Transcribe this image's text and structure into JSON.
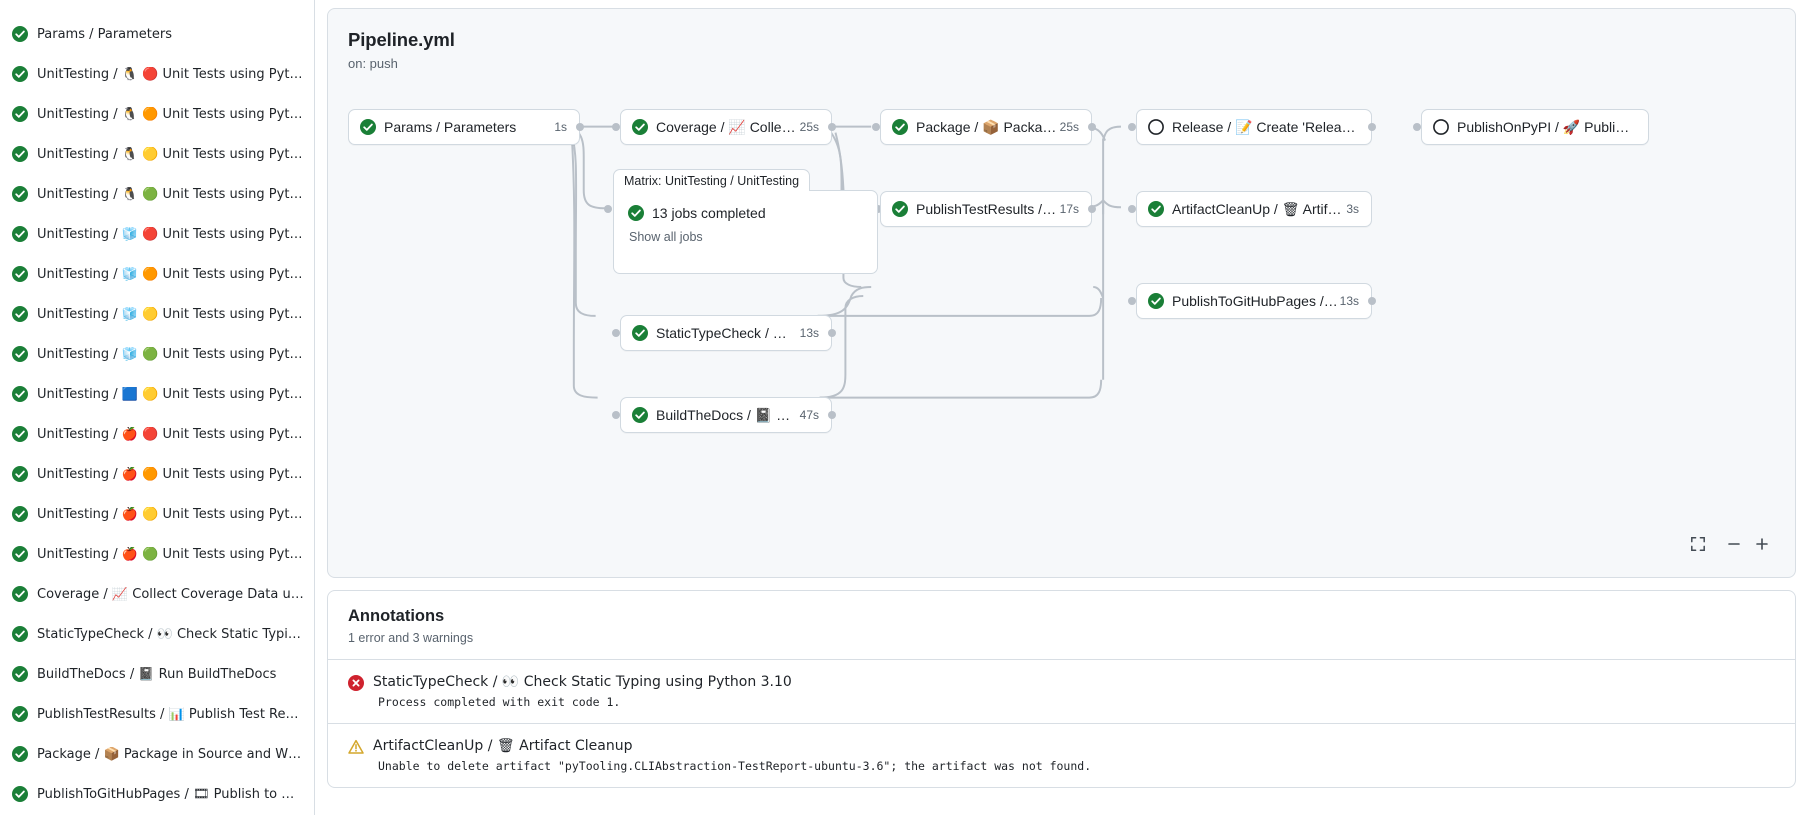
{
  "sidebar": {
    "jobs": [
      {
        "status": "success",
        "label": "Params / Parameters",
        "emoji": ""
      },
      {
        "status": "success",
        "label": "UnitTesting / 🐧 🔴 Unit Tests using Pyth…",
        "emoji": ""
      },
      {
        "status": "success",
        "label": "UnitTesting / 🐧 🟠 Unit Tests using Pyth…",
        "emoji": ""
      },
      {
        "status": "success",
        "label": "UnitTesting / 🐧 🟡 Unit Tests using Pyth…",
        "emoji": ""
      },
      {
        "status": "success",
        "label": "UnitTesting / 🐧 🟢 Unit Tests using Pyth…",
        "emoji": ""
      },
      {
        "status": "success",
        "label": "UnitTesting / 🧊 🔴 Unit Tests using Pyth…",
        "emoji": ""
      },
      {
        "status": "success",
        "label": "UnitTesting / 🧊 🟠 Unit Tests using Pyth…",
        "emoji": ""
      },
      {
        "status": "success",
        "label": "UnitTesting / 🧊 🟡 Unit Tests using Pyth…",
        "emoji": ""
      },
      {
        "status": "success",
        "label": "UnitTesting / 🧊 🟢 Unit Tests using Pyth…",
        "emoji": ""
      },
      {
        "status": "success",
        "label": "UnitTesting / 🟦 🟡 Unit Tests using Pyth…",
        "emoji": ""
      },
      {
        "status": "success",
        "label": "UnitTesting / 🍎 🔴 Unit Tests using Pyth…",
        "emoji": ""
      },
      {
        "status": "success",
        "label": "UnitTesting / 🍎 🟠 Unit Tests using Pyth…",
        "emoji": ""
      },
      {
        "status": "success",
        "label": "UnitTesting / 🍎 🟡 Unit Tests using Pyth…",
        "emoji": ""
      },
      {
        "status": "success",
        "label": "UnitTesting / 🍎 🟢 Unit Tests using Pyth…",
        "emoji": ""
      },
      {
        "status": "success",
        "label": "Coverage / 📈 Collect Coverage Data usi…",
        "emoji": ""
      },
      {
        "status": "success",
        "label": "StaticTypeCheck / 👀 Check Static Typing…",
        "emoji": ""
      },
      {
        "status": "success",
        "label": "BuildTheDocs / 📓 Run BuildTheDocs",
        "emoji": ""
      },
      {
        "status": "success",
        "label": "PublishTestResults / 📊 Publish Test Resu…",
        "emoji": ""
      },
      {
        "status": "success",
        "label": "Package / 📦 Package in Source and Wh…",
        "emoji": ""
      },
      {
        "status": "success",
        "label": "PublishToGitHubPages / 🎞 Publish to G…",
        "emoji": ""
      }
    ]
  },
  "graph": {
    "title": "Pipeline.yml",
    "trigger": "on: push",
    "nodes": [
      {
        "id": "params",
        "status": "success",
        "label": "Params / Parameters",
        "duration": "1s"
      },
      {
        "id": "coverage",
        "status": "success",
        "label": "Coverage / 📈 Collect Cove…",
        "duration": "25s"
      },
      {
        "id": "package",
        "status": "success",
        "label": "Package / 📦 Package in So…",
        "duration": "25s"
      },
      {
        "id": "release",
        "status": "pending",
        "label": "Release / 📝 Create 'Release P…",
        "duration": ""
      },
      {
        "id": "publishpypi",
        "status": "pending",
        "label": "PublishOnPyPI / 🚀 Publish to …",
        "duration": ""
      },
      {
        "id": "testresults",
        "status": "success",
        "label": "PublishTestResults / 📊 Pu…",
        "duration": "17s"
      },
      {
        "id": "artifact",
        "status": "success",
        "label": "ArtifactCleanUp / 🗑 Artifac…",
        "duration": "3s"
      },
      {
        "id": "ghpages",
        "status": "success",
        "label": "PublishToGitHubPages / 🎞 …",
        "duration": "13s"
      },
      {
        "id": "statictype",
        "status": "success",
        "label": "StaticTypeCheck / 👀 Chec…",
        "duration": "13s"
      },
      {
        "id": "buildthedocs",
        "status": "success",
        "label": "BuildTheDocs / 📓 Run Buil…",
        "duration": "47s"
      }
    ],
    "matrix": {
      "tab_label": "Matrix: UnitTesting / UnitTesting",
      "status": "success",
      "summary": "13 jobs completed",
      "show_all": "Show all jobs"
    },
    "controls": {
      "fullscreen": "fullscreen-icon",
      "zoom_out": "−",
      "zoom_in": "+"
    }
  },
  "annotations": {
    "title": "Annotations",
    "summary": "1 error and 3 warnings",
    "items": [
      {
        "severity": "error",
        "title": "StaticTypeCheck / 👀 Check Static Typing using Python 3.10",
        "message": "Process completed with exit code 1."
      },
      {
        "severity": "warning",
        "title": "ArtifactCleanUp / 🗑 Artifact Cleanup",
        "message": "Unable to delete artifact \"pyTooling.CLIAbstraction-TestReport-ubuntu-3.6\"; the artifact was not found."
      }
    ]
  },
  "colors": {
    "success": "#1a7f37",
    "error": "#cf222e",
    "warning": "#d4a72c",
    "border": "#d8dee4",
    "surface": "#f6f8fa",
    "muted": "#59636e",
    "accent": "#0969da"
  }
}
